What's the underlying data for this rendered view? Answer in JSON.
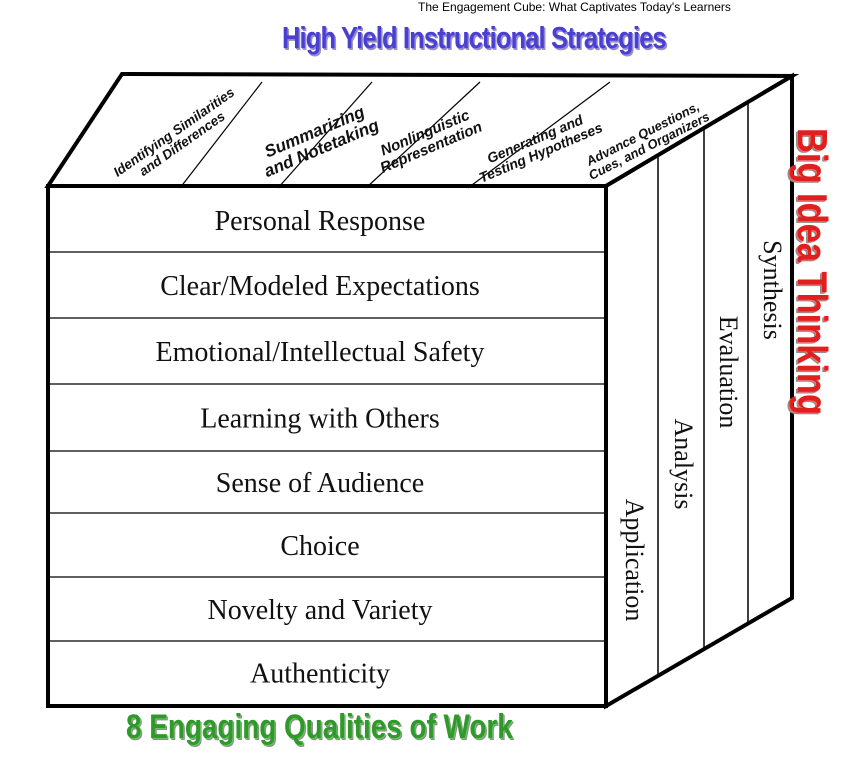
{
  "caption": "The Engagement Cube: What Captivates Today's Learners",
  "titles": {
    "top": "High Yield Instructional Strategies",
    "side": "Big Idea Thinking",
    "bottom": "8 Engaging Qualities of Work"
  },
  "front_face": {
    "qualities": [
      "Personal Response",
      "Clear/Modeled Expectations",
      "Emotional/Intellectual Safety",
      "Learning with Others",
      "Sense of Audience",
      "Choice",
      "Novelty and Variety",
      "Authenticity"
    ]
  },
  "top_face": {
    "strategies": [
      [
        "Identifying Similarities",
        "and Differences"
      ],
      [
        "Summarizing",
        "and Notetaking"
      ],
      [
        "Nonlinguistic",
        "Representation"
      ],
      [
        "Generating and",
        "Testing Hypotheses"
      ],
      [
        "Advance Questions,",
        "Cues, and Organizers"
      ]
    ]
  },
  "side_face": {
    "levels": [
      "Application",
      "Analysis",
      "Evaluation",
      "Synthesis"
    ]
  },
  "colors": {
    "top_title": "#4b3fd1",
    "side_title": "#e0201f",
    "bottom_title": "#2f9a2a",
    "outline": "#000000"
  }
}
